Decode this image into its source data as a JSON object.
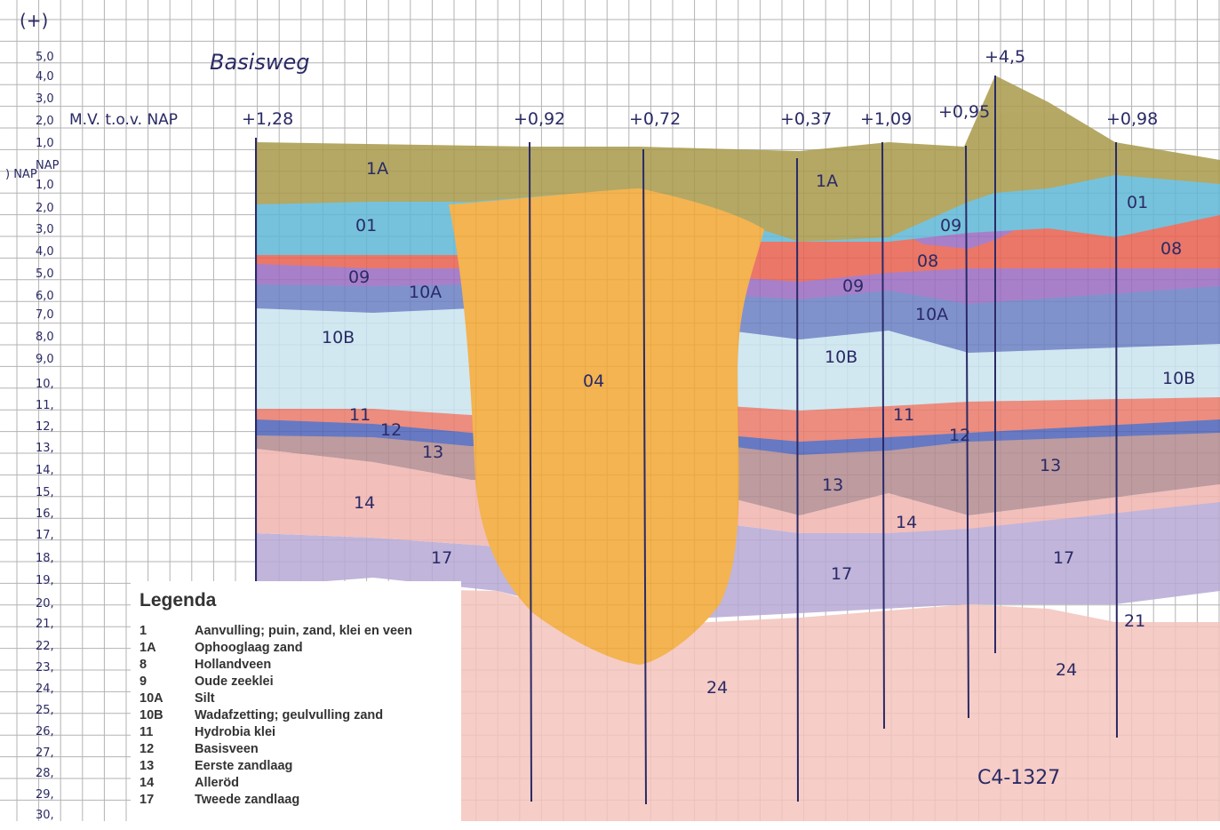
{
  "title": "Basisweg",
  "depth_axis": {
    "top_label": "(+)",
    "nap_label": ") NAP",
    "ticks": [
      "5,0",
      "4,0",
      "3,0",
      "2,0",
      "1,0",
      "NAP",
      "1,0",
      "2,0",
      "3,0",
      "4,0",
      "5,0",
      "6,0",
      "7,0",
      "8,0",
      "9,0",
      "10,",
      "11,",
      "12,",
      "13,",
      "14,",
      "15,",
      "16,",
      "17,",
      "18,",
      "19,",
      "20,",
      "21,",
      "22,",
      "23,",
      "24,",
      "25,",
      "26,",
      "27,",
      "28,",
      "29,",
      "30,"
    ]
  },
  "surface_label": "M.V. t.o.v. NAP",
  "boreholes": [
    {
      "elevation": "+1,28"
    },
    {
      "elevation": "+0,92"
    },
    {
      "elevation": "+0,72"
    },
    {
      "elevation": "+0,37"
    },
    {
      "elevation": "+1,09"
    },
    {
      "elevation": "+0,95"
    },
    {
      "elevation": "+4,5"
    },
    {
      "elevation": "+0,98"
    }
  ],
  "layer_labels": [
    "1A",
    "01",
    "09",
    "10A",
    "10B",
    "11",
    "12",
    "13",
    "14",
    "17",
    "04",
    "24",
    "1A",
    "08",
    "09",
    "10A",
    "10B",
    "11",
    "12",
    "13",
    "14",
    "17",
    "09",
    "08",
    "01",
    "08",
    "10B",
    "13",
    "17",
    "21",
    "24"
  ],
  "colors": {
    "sand_1A": "#a89a4a",
    "holland_veen_01": "#5fb8d6",
    "zeeklei_09": "#9a6bc0",
    "hollandveen_08": "#e8604f",
    "silt_10A": "#6b7fc4",
    "wadafzetting_10B": "#c9e4ef",
    "hydrobia_11": "#e97a6a",
    "basisveen_12": "#4d62b8",
    "zandlaag_13": "#b28a8f",
    "allerod_14": "#f2b5b0",
    "tweede_zandlaag_17": "#b7a9d5",
    "channel_04": "#f2a733",
    "layer_21": "#4a5fc0",
    "layer_24": "#f4c4bd",
    "grid": "#b3b3b3",
    "pencil": "#2a2a66"
  },
  "sheet_code": "C4-1327",
  "legend": {
    "title": "Legenda",
    "items": [
      {
        "code": "1",
        "text": "Aanvulling; puin, zand, klei en veen"
      },
      {
        "code": "1A",
        "text": "Ophooglaag zand"
      },
      {
        "code": "8",
        "text": "Hollandveen"
      },
      {
        "code": "9",
        "text": "Oude zeeklei"
      },
      {
        "code": "10A",
        "text": "Silt"
      },
      {
        "code": "10B",
        "text": "Wadafzetting; geulvulling zand"
      },
      {
        "code": "11",
        "text": "Hydrobia klei"
      },
      {
        "code": "12",
        "text": "Basisveen"
      },
      {
        "code": "13",
        "text": "Eerste zandlaag"
      },
      {
        "code": "14",
        "text": "Alleröd"
      },
      {
        "code": "17",
        "text": "Tweede zandlaag"
      }
    ]
  }
}
